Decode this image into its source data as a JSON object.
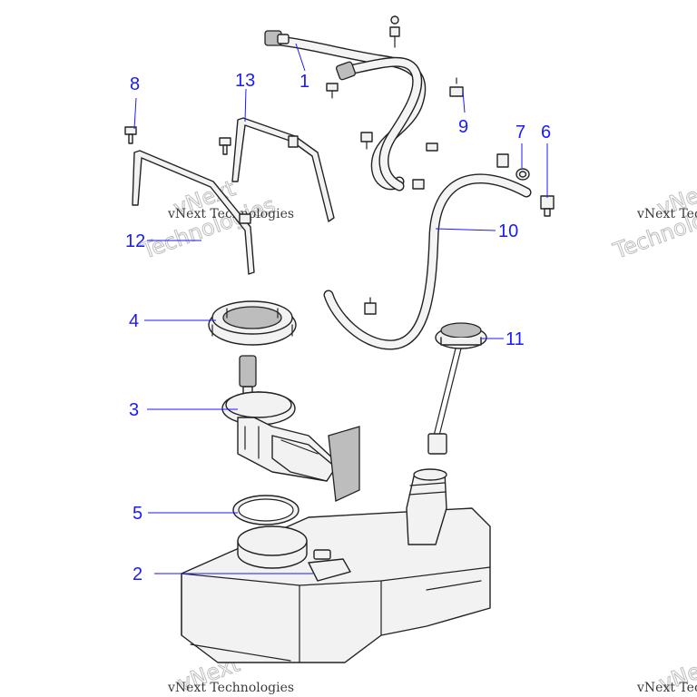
{
  "watermark": {
    "text_small": "vNext Technologies",
    "text_big_1": "vNext",
    "text_big_2": "Technologies"
  },
  "callouts": [
    {
      "id": "1",
      "label": "1"
    },
    {
      "id": "2",
      "label": "2"
    },
    {
      "id": "3",
      "label": "3"
    },
    {
      "id": "4",
      "label": "4"
    },
    {
      "id": "5",
      "label": "5"
    },
    {
      "id": "6",
      "label": "6"
    },
    {
      "id": "7",
      "label": "7"
    },
    {
      "id": "8",
      "label": "8"
    },
    {
      "id": "9",
      "label": "9"
    },
    {
      "id": "10",
      "label": "10"
    },
    {
      "id": "11",
      "label": "11"
    },
    {
      "id": "12",
      "label": "12"
    },
    {
      "id": "13",
      "label": "13"
    }
  ],
  "colors": {
    "callout": "#1a1aff",
    "outline": "#222222",
    "part_fill": "#f2f2f2",
    "watermark": "#bdbdbd"
  }
}
